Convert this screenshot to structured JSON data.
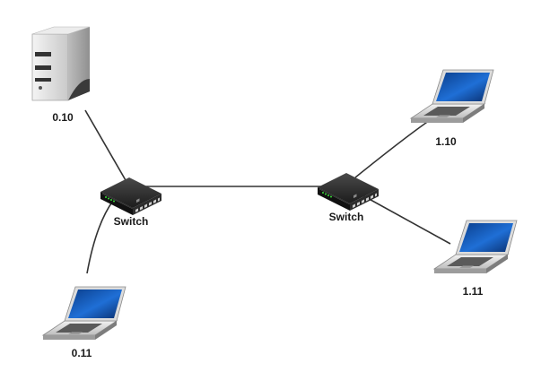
{
  "nodes": [
    {
      "id": "server",
      "type": "server",
      "label": "0.10"
    },
    {
      "id": "laptop-011",
      "type": "laptop",
      "label": "0.11"
    },
    {
      "id": "switch-left",
      "type": "switch",
      "label": "Switch"
    },
    {
      "id": "switch-right",
      "type": "switch",
      "label": "Switch"
    },
    {
      "id": "laptop-110",
      "type": "laptop",
      "label": "1.10"
    },
    {
      "id": "laptop-111",
      "type": "laptop",
      "label": "1.11"
    }
  ],
  "links": [
    {
      "from": "server",
      "to": "switch-left"
    },
    {
      "from": "laptop-011",
      "to": "switch-left"
    },
    {
      "from": "switch-left",
      "to": "switch-right"
    },
    {
      "from": "switch-right",
      "to": "laptop-110"
    },
    {
      "from": "switch-right",
      "to": "laptop-111"
    }
  ],
  "colors": {
    "link": "#333333",
    "screen": "#1f6fd6",
    "switch_body": "#2a2a2a",
    "server_body": "#d9d9d9"
  }
}
